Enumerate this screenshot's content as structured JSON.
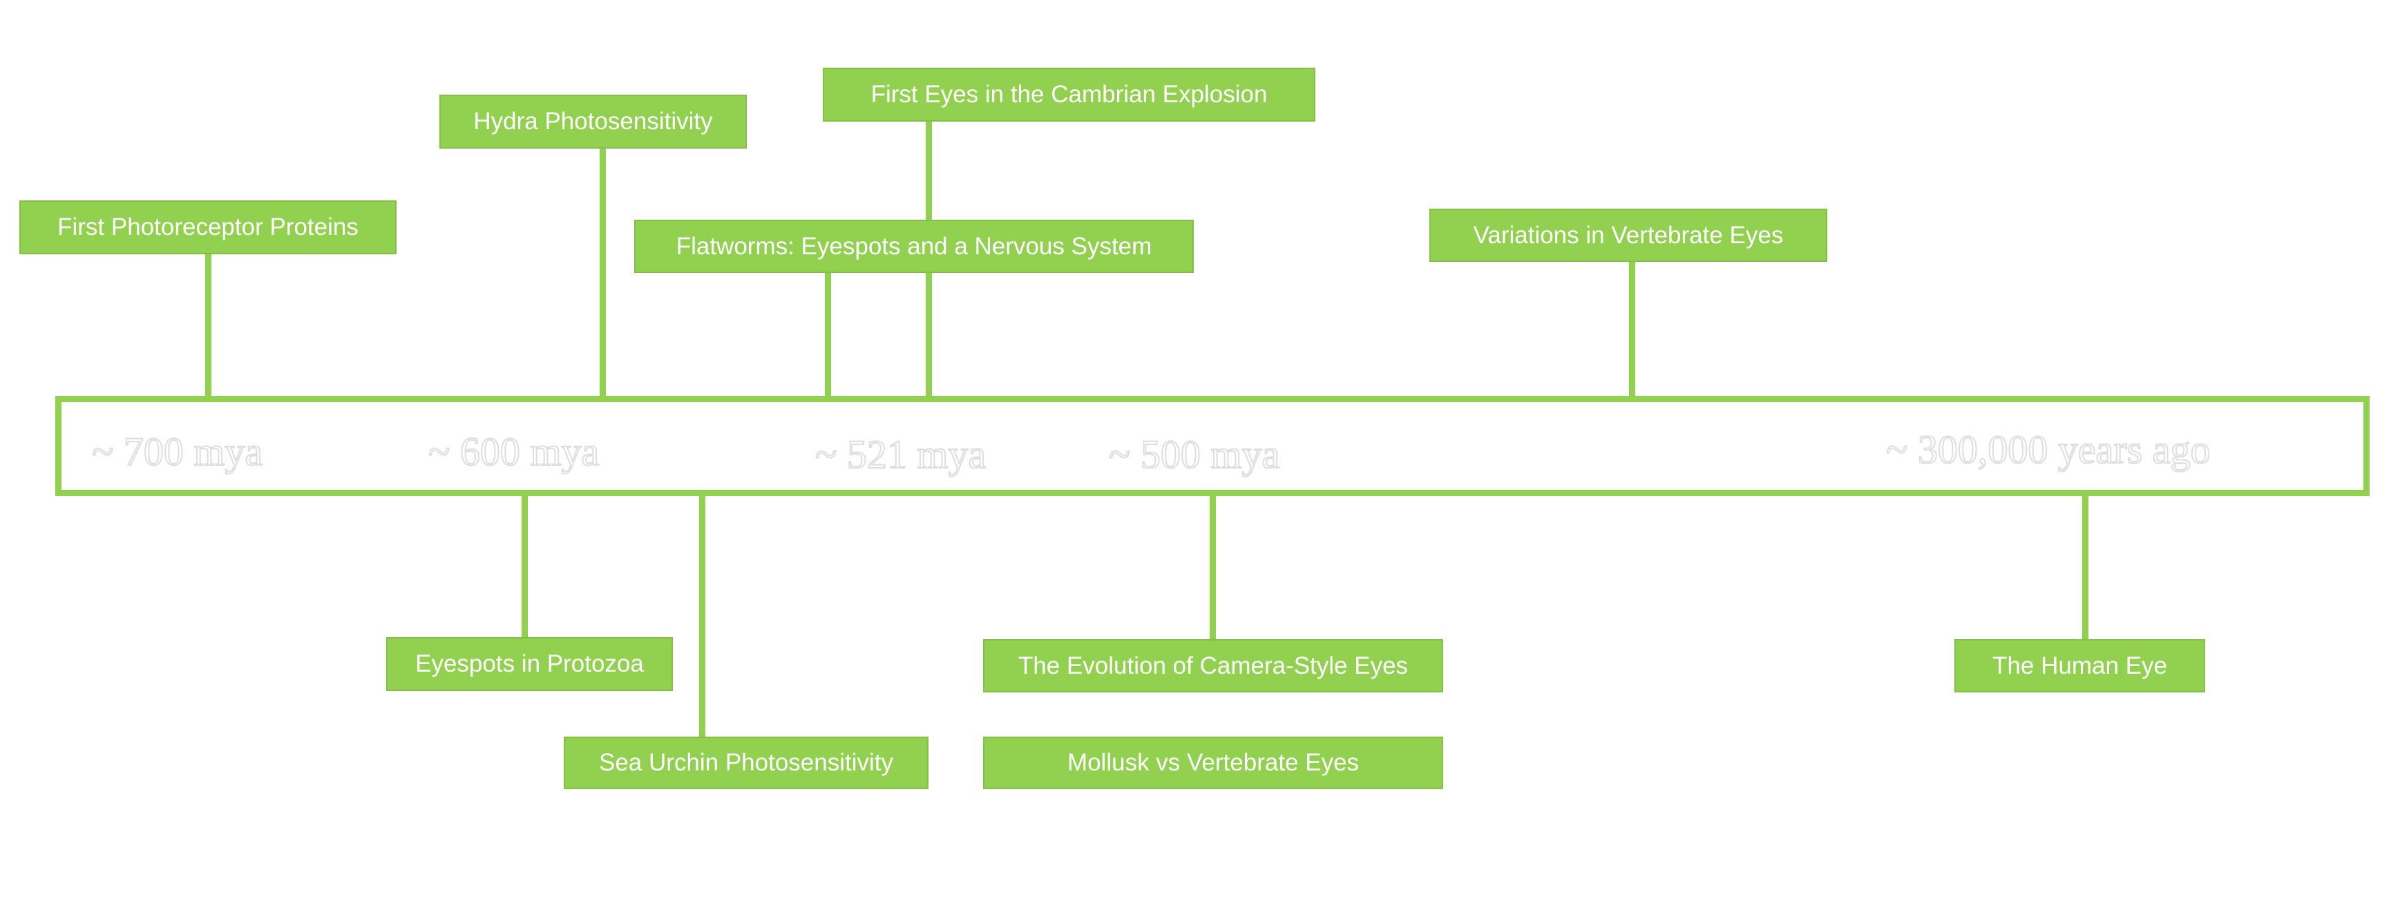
{
  "diagram": {
    "eras": [
      "~ 700 mya",
      "~ 600 mya",
      "~ 521 mya",
      "~ 500 mya",
      "~ 300,000 years ago"
    ],
    "events_above": [
      "First Photoreceptor Proteins",
      "Hydra Photosensitivity",
      "Flatworms: Eyespots and a Nervous System",
      "First Eyes in the Cambrian Explosion",
      "Variations in Vertebrate Eyes"
    ],
    "events_below": [
      "Eyespots in Protozoa",
      "Sea Urchin Photosensitivity",
      "The Evolution of Camera-Style Eyes",
      "Mollusk vs Vertebrate Eyes",
      "The Human Eye"
    ]
  },
  "colors": {
    "accent": "#92d050",
    "box_text": "#ffffff",
    "era_outline": "#dedede"
  }
}
